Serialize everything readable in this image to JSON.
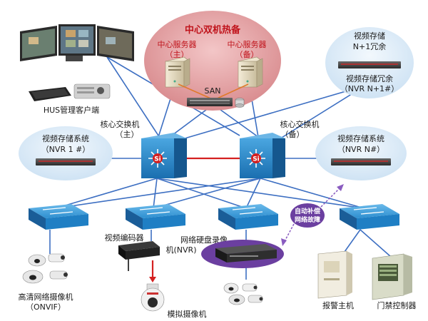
{
  "hot_standby": {
    "title": "中心双机热备",
    "server_main": "中心服务器",
    "server_main_tag": "（主）",
    "server_backup": "中心服务器",
    "server_backup_tag": "（备）",
    "san": "SAN"
  },
  "client": {
    "label": "HUS管理客户端"
  },
  "redundant_storage": {
    "line1": "视频存储",
    "line2": "N+1冗余",
    "line3": "视频存储冗余",
    "line4": "（NVR N+1#）"
  },
  "core_switch_main": {
    "line1": "核心交换机",
    "line2": "（主）",
    "chip": "Si"
  },
  "core_switch_backup": {
    "line1": "核心交换机",
    "line2": "（备）",
    "chip": "Si"
  },
  "storage_left": {
    "line1": "视频存储系统",
    "line2": "（NVR 1 #）"
  },
  "storage_right": {
    "line1": "视频存储系统",
    "line2": "（NVR N#）"
  },
  "compensate": {
    "line1": "自动补偿",
    "line2": "网络故障"
  },
  "encoder": {
    "label": "视频编码器"
  },
  "nvr": {
    "line1": "网络硬盘录像",
    "line2": "机(NVR)"
  },
  "hd_camera": {
    "line1": "高清网络摄像机",
    "line2": "（ONVIF）"
  },
  "analog_camera": {
    "label": "模拟摄像机"
  },
  "alarm": {
    "label": "报警主机"
  },
  "access": {
    "label": "门禁控制器"
  },
  "colors": {
    "switch_blue": "#1f7fc4",
    "core_blue": "#2a8fd0",
    "ellipse_blue": "#dcecf8",
    "ellipse_red": "#e8a4a6",
    "purple": "#6b3fa0",
    "link_red": "#d42020",
    "link_blue": "#3d6fc2"
  }
}
